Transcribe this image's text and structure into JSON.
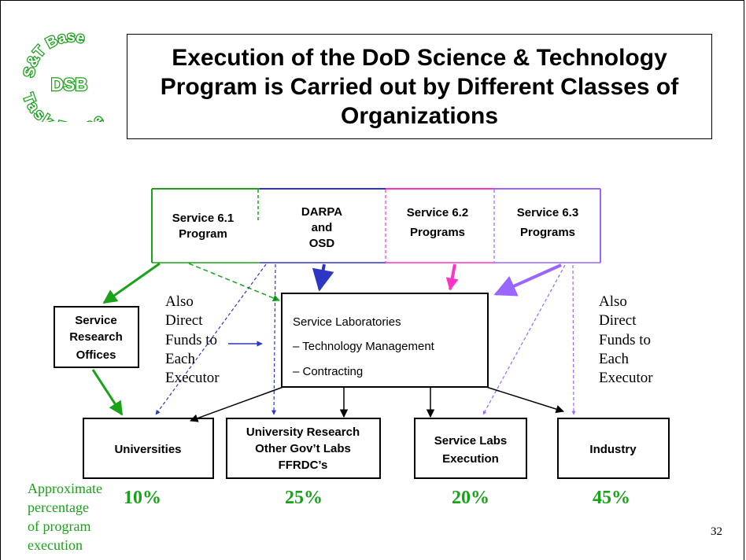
{
  "logo": {
    "ring_text_top": "S&T Base",
    "center": "DSB",
    "ring_text_bottom": "Task Force",
    "color": "#1aa21a"
  },
  "title": "Execution of the DoD Science & Technology Program is Carried out by Different Classes of Organizations",
  "top_boxes": [
    {
      "line1": "Service 6.1",
      "line2": "Program",
      "line3": ""
    },
    {
      "line1": "DARPA",
      "line2": "and",
      "line3": "OSD"
    },
    {
      "line1": "Service 6.2",
      "line2": "Programs",
      "line3": ""
    },
    {
      "line1": "Service 6.3",
      "line2": "Programs",
      "line3": ""
    }
  ],
  "service_research_offices": {
    "line1": "Service",
    "line2": "Research",
    "line3": "Offices"
  },
  "service_labs": {
    "title": "Service Laboratories",
    "item1": "– Technology Management",
    "item2": "– Contracting"
  },
  "also_left": [
    "Also",
    "Direct",
    "Funds to",
    "Each",
    "Executor"
  ],
  "also_right": [
    "Also",
    "Direct",
    "Funds to",
    "Each",
    "Executor"
  ],
  "executors": [
    {
      "line1": "Universities",
      "line2": "",
      "line3": "",
      "pct": "10%"
    },
    {
      "line1": "University Research",
      "line2": "Other  Gov’t Labs",
      "line3": "FFRDC’s",
      "pct": "25%"
    },
    {
      "line1": "Service Labs",
      "line2": "Execution",
      "line3": "",
      "pct": "20%"
    },
    {
      "line1": "Industry",
      "line2": "",
      "line3": "",
      "pct": "45%"
    }
  ],
  "approx_label": [
    "Approximate",
    "percentage",
    "of program",
    "execution"
  ],
  "page_number": "32",
  "colors": {
    "green": "#1aa21a",
    "blue": "#2e36c4",
    "magenta": "#ff33c6",
    "purple": "#9966ff",
    "pct_green": "#1aa21a"
  }
}
